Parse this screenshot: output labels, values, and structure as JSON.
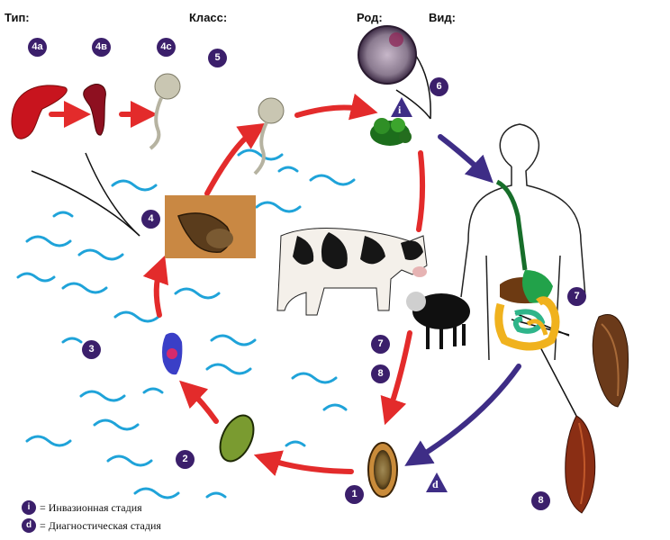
{
  "headers": {
    "type": "Тип:",
    "class": "Класс:",
    "genus": "Род:",
    "species": "Вид:"
  },
  "stages": {
    "s1": "1",
    "s2": "2",
    "s3": "3",
    "s4": "4",
    "s4a": "4а",
    "s4v": "4в",
    "s4c": "4с",
    "s5": "5",
    "s6": "6",
    "s7_left": "7",
    "s8_left": "8",
    "s7_right": "7",
    "s8_right": "8"
  },
  "markers": {
    "infective": "i",
    "diagnostic": "d"
  },
  "legend": {
    "infective_letter": "i",
    "infective_text": "= Инвазионная стадия",
    "diagnostic_letter": "d",
    "diagnostic_text": "= Диагностическая стадия"
  },
  "colors": {
    "arrow_red": "#e32b2b",
    "arrow_blue": "#3e2d86",
    "water": "#1fa3d9",
    "badge": "#3b1f6b"
  }
}
